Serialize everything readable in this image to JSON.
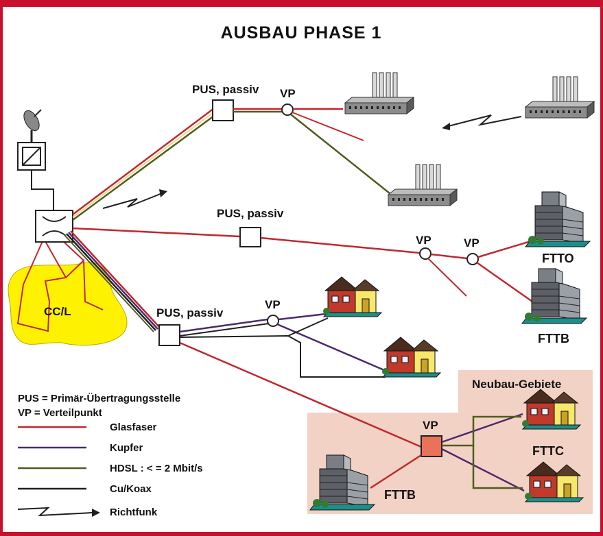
{
  "title": "AUSBAU  PHASE  1",
  "colors": {
    "frame_red": "#c8102e",
    "glasfaser": "#c1272d",
    "kupfer": "#4b2a6e",
    "hdsl": "#4e5d1e",
    "cukoax": "#1f1f1f",
    "ccl_fill": "#fff200",
    "neubau_fill": "#f2d2c4",
    "vp_square": "#e8735a"
  },
  "nodes": {
    "pus_top": "PUS, passiv",
    "pus_mid": "PUS, passiv",
    "pus_bottom": "PUS, passiv",
    "vp_top": "VP",
    "vp_mid1": "VP",
    "vp_mid2": "VP",
    "vp_bottom": "VP",
    "vp_neubau": "VP",
    "ccl": "CC/L",
    "ftto": "FTTO",
    "fttb_right": "FTTB",
    "fttc": "FTTC",
    "fttb_bottom": "FTTB",
    "neubau": "Neubau-Gebiete"
  },
  "legend": {
    "pus_def": "PUS = Primär-Übertragungsstelle",
    "vp_def": "VP = Verteilpunkt",
    "items": [
      {
        "label": "Glasfaser",
        "color": "#c1272d"
      },
      {
        "label": "Kupfer",
        "color": "#4b2a6e"
      },
      {
        "label": "HDSL : < = 2 Mbit/s",
        "color": "#4e5d1e"
      },
      {
        "label": "Cu/Koax",
        "color": "#1f1f1f"
      },
      {
        "label": "Richtfunk",
        "color": "#1f1f1f"
      }
    ]
  }
}
